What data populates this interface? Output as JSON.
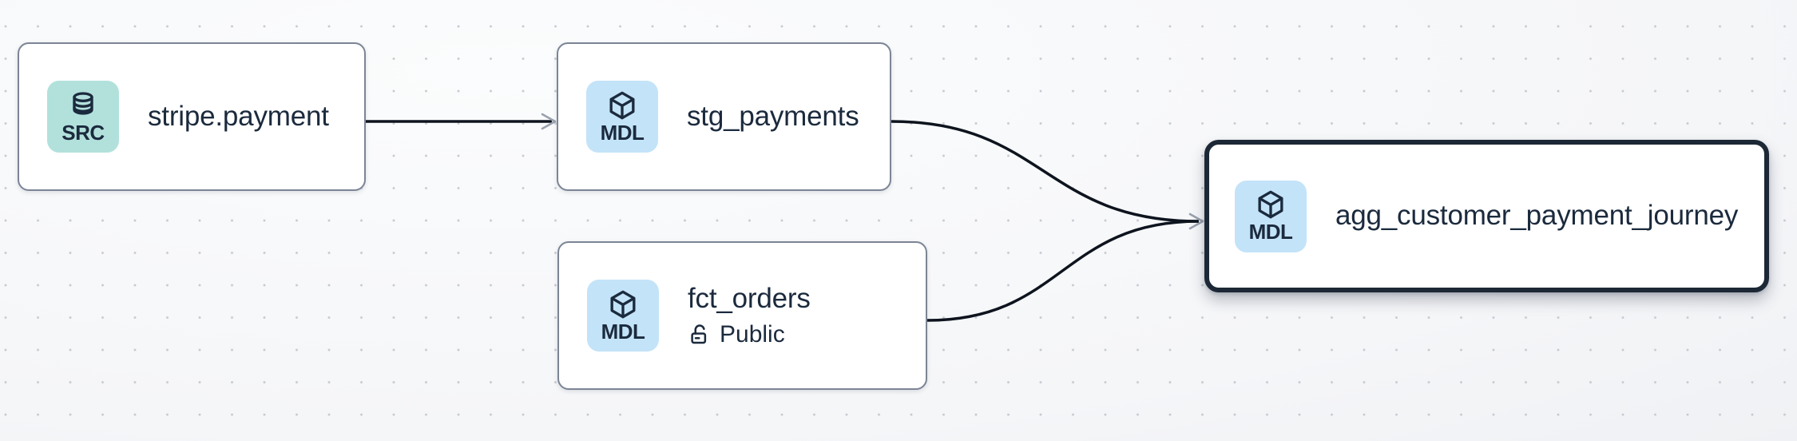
{
  "canvas": {
    "type": "lineage-graph",
    "grid": "dots"
  },
  "nodes": [
    {
      "id": "stripe.payment",
      "label": "stripe.payment",
      "type": "source",
      "badge": {
        "label": "SRC",
        "icon": "database-icon",
        "bg": "#b2e1dc"
      },
      "selected": false
    },
    {
      "id": "stg_payments",
      "label": "stg_payments",
      "type": "model",
      "badge": {
        "label": "MDL",
        "icon": "cube-icon",
        "bg": "#c3e3f8"
      },
      "selected": false
    },
    {
      "id": "fct_orders",
      "label": "fct_orders",
      "type": "model",
      "badge": {
        "label": "MDL",
        "icon": "cube-icon",
        "bg": "#c3e3f8"
      },
      "access": {
        "label": "Public",
        "icon": "lock-open-icon"
      },
      "selected": false
    },
    {
      "id": "agg_customer_payment_journey",
      "label": "agg_customer_payment_journey",
      "type": "model",
      "badge": {
        "label": "MDL",
        "icon": "cube-icon",
        "bg": "#c3e3f8"
      },
      "selected": true
    }
  ],
  "edges": [
    {
      "from": "stripe.payment",
      "to": "stg_payments"
    },
    {
      "from": "stg_payments",
      "to": "agg_customer_payment_journey"
    },
    {
      "from": "fct_orders",
      "to": "agg_customer_payment_journey"
    }
  ],
  "theme": {
    "canvas-bg": "#f5f6f8",
    "dot-color": "#c6cad1",
    "node-bg": "#ffffff",
    "node-border": "#7c8595",
    "selected-border": "#1d2836",
    "node-text": "#1b2a3d",
    "src-badge-bg": "#b2e1dc",
    "mdl-badge-bg": "#c3e3f8",
    "edge-color": "#0e141e",
    "arrowhead-color": "#99a1ad"
  }
}
